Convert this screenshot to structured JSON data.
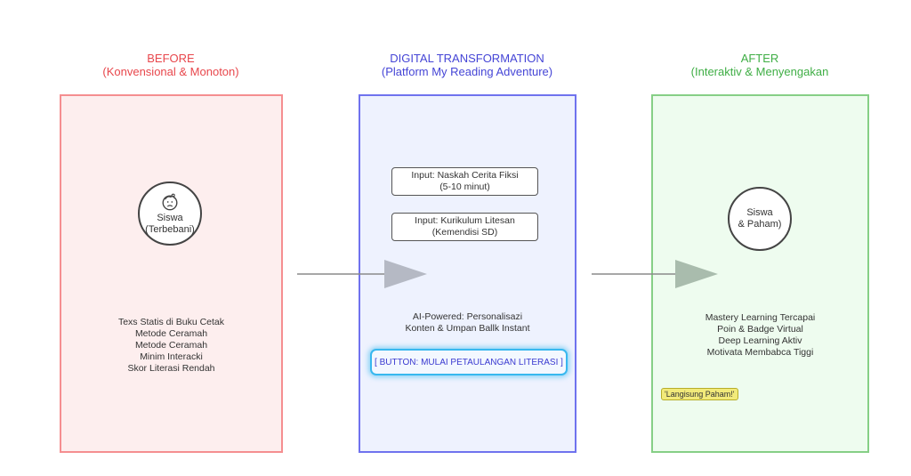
{
  "columns": {
    "before": {
      "title": "BEFORE",
      "subtitle": "(Konvensional & Monoton)",
      "color": "#e8474c",
      "node": {
        "icon": "sad-face-icon",
        "line1": "Siswa",
        "line2": "(Terbebani)"
      },
      "items": [
        "Texs Statis di Buku Cetak",
        "Metode Ceramah",
        "Metode Ceramah",
        "Minim Interacki",
        "Skor Literasi Rendah"
      ]
    },
    "digital": {
      "title": "DIGITAL TRANSFORMATION",
      "subtitle": "(Platform My Reading Adventure)",
      "color": "#4545d6",
      "inputs": [
        {
          "line1": "Input: Naskah Cerita Fiksi",
          "line2": "(5-10 minut)"
        },
        {
          "line1": "Input: Kurikulum Litesan",
          "line2": "(Kemendisi SD)"
        }
      ],
      "description": [
        "AI-Powered: Personalisazi",
        "Konten & Umpan Ballk Instant"
      ],
      "button_label": "[ BUTTON: MULAI PETAULANGAN LITERASI ]"
    },
    "after": {
      "title": "AFTER",
      "subtitle": "(Interaktiv & Menyengakan",
      "color": "#3fae45",
      "node": {
        "line1": "Siswa",
        "line2": "& Paham)"
      },
      "items": [
        "Mastery Learning Tercapai",
        "Poin & Badge Virtual",
        "Deep Learning Aktiv",
        "Motivata Membabca Tiggi"
      ],
      "badge": "'Langisung Paham!'"
    }
  },
  "arrows": [
    {
      "from": "before",
      "to": "digital",
      "icon": "arrow-right-icon"
    },
    {
      "from": "digital",
      "to": "after",
      "icon": "arrow-right-icon"
    }
  ]
}
